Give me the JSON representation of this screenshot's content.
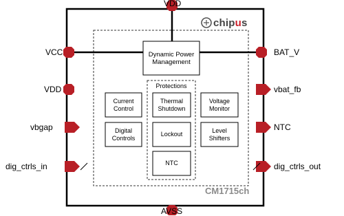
{
  "logo": {
    "prefix": "chip",
    "highlight": "u",
    "suffix": "s"
  },
  "chip_name": "CM1715ch",
  "colors": {
    "pin": "#b81f26",
    "logo_accent": "#cc1f2a",
    "chip_name": "#8a8a8a"
  },
  "pins": {
    "vdd_top": "VDD",
    "avss": "AVSS",
    "vcc": "VCC",
    "vdd_left": "VDD",
    "vbgap": "vbgap",
    "dig_ctrls_in": "dig_ctrls_in",
    "bat_v": "BAT_V",
    "vbat_fb": "vbat_fb",
    "ntc": "NTC",
    "dig_ctrls_out": "dig_ctrls_out"
  },
  "blocks": {
    "dpm": "Dynamic Power\nManagement",
    "protections_title": "Protections",
    "current_control": "Current\nControl",
    "digital_controls": "Digital\nControls",
    "thermal_shutdown": "Thermal\nShutdown",
    "lockout": "Lockout",
    "ntc": "NTC",
    "voltage_monitor": "Voltage\nMonitor",
    "level_shifters": "Level\nShifters"
  }
}
